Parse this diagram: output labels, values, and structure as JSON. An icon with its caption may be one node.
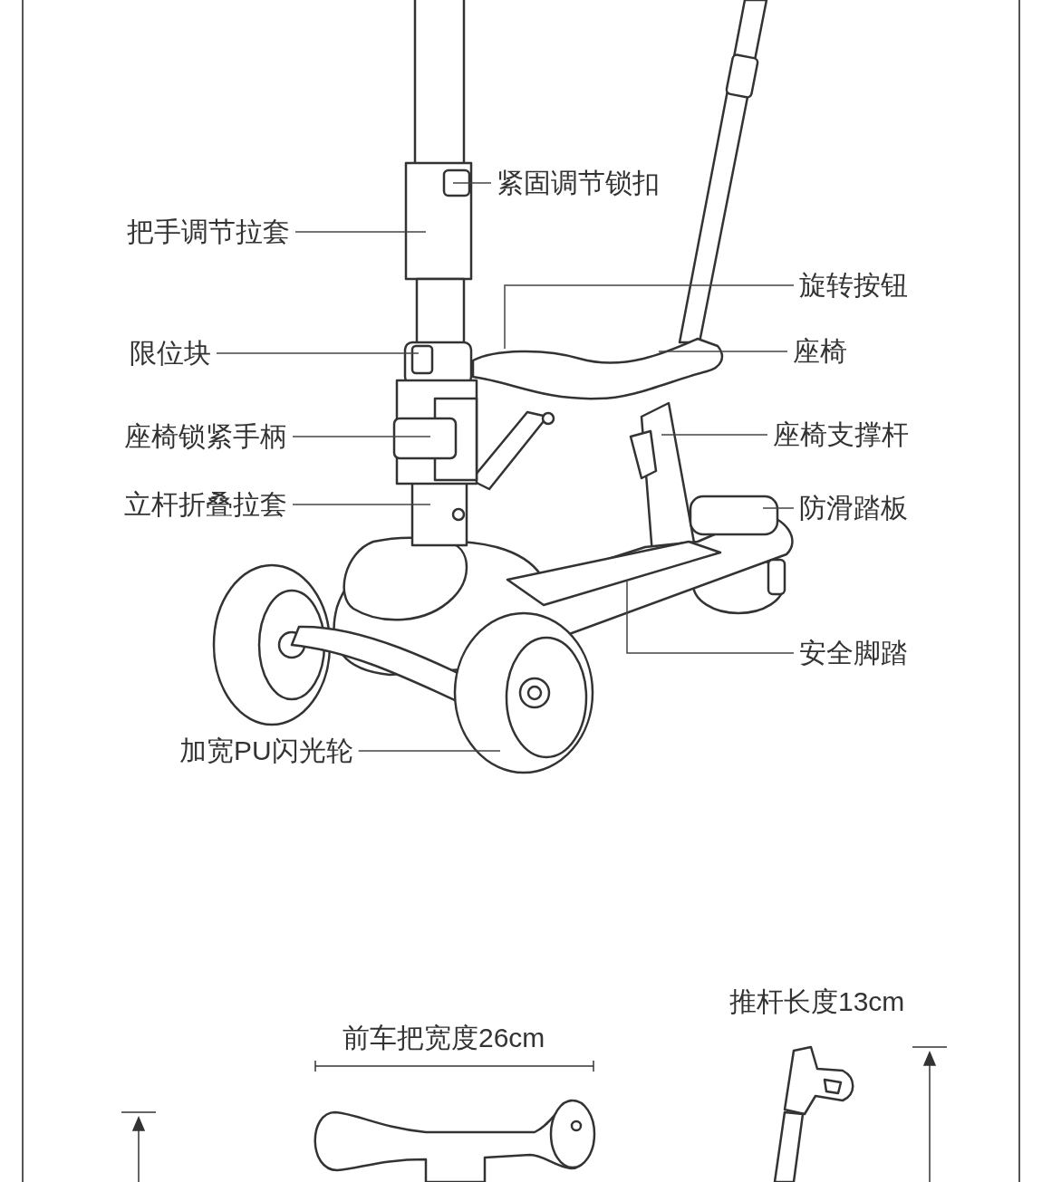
{
  "diagram": {
    "nodes": [
      {
        "text": [
          "紧固调节锁扣"
        ]
      },
      {
        "text": [
          "把手调节拉套"
        ]
      },
      {
        "text": [
          "旋转按钮"
        ]
      },
      {
        "text": [
          "限位块"
        ]
      },
      {
        "text": [
          "座椅"
        ]
      },
      {
        "text": [
          "座椅锁紧手柄"
        ]
      },
      {
        "text": [
          "座椅支撑杆"
        ]
      },
      {
        "text": [
          "立杆折叠拉套"
        ]
      },
      {
        "text": [
          "防滑踏板"
        ]
      },
      {
        "text": [
          "安全脚踏"
        ]
      },
      {
        "text": [
          "加宽PU闪光轮"
        ]
      }
    ],
    "edges": [
      {
        "from": 0,
        "to": null,
        "arrow": "none"
      },
      {
        "from": 1,
        "to": null,
        "arrow": "none"
      },
      {
        "from": 2,
        "to": null,
        "arrow": "none"
      },
      {
        "from": 3,
        "to": null,
        "arrow": "none"
      },
      {
        "from": 4,
        "to": null,
        "arrow": "none"
      },
      {
        "from": 5,
        "to": null,
        "arrow": "none"
      },
      {
        "from": 6,
        "to": null,
        "arrow": "none"
      },
      {
        "from": 7,
        "to": null,
        "arrow": "none"
      },
      {
        "from": 8,
        "to": null,
        "arrow": "none"
      },
      {
        "from": 9,
        "to": null,
        "arrow": "none"
      },
      {
        "from": 10,
        "to": null,
        "arrow": "none"
      }
    ],
    "labels": [
      "前车把宽度26cm",
      "推杆长度13cm"
    ]
  }
}
